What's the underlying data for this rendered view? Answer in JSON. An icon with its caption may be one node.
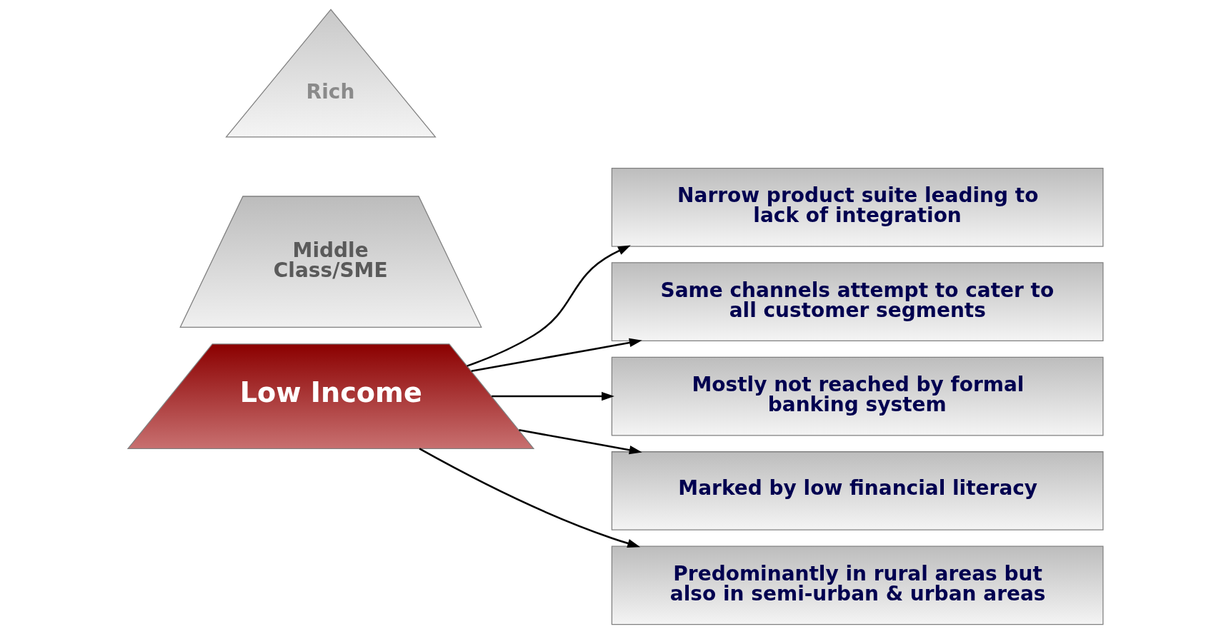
{
  "diagram": {
    "nodes": [
      {
        "text": [
          "Rich"
        ]
      },
      {
        "text": [
          "Middle Class/SME"
        ]
      },
      {
        "text": [
          "Low Income"
        ]
      },
      {
        "text": [
          "Predominantly in rural areas but also in semi-urban & urban areas"
        ]
      },
      {
        "text": [
          "Marked by low financial literacy"
        ]
      },
      {
        "text": [
          "Mostly not reached by formal banking system"
        ]
      },
      {
        "text": [
          "Same channels attempt to cater to all customer segments"
        ]
      },
      {
        "text": [
          "Narrow product suite leading to lack of integration"
        ]
      }
    ],
    "edges": [
      {
        "from": 2,
        "to": 3,
        "arrow": "to"
      },
      {
        "from": 2,
        "to": 4,
        "arrow": "to"
      },
      {
        "from": 2,
        "to": 5,
        "arrow": "to"
      },
      {
        "from": 2,
        "to": 6,
        "arrow": "to"
      },
      {
        "from": 2,
        "to": 7,
        "arrow": "to"
      }
    ]
  }
}
